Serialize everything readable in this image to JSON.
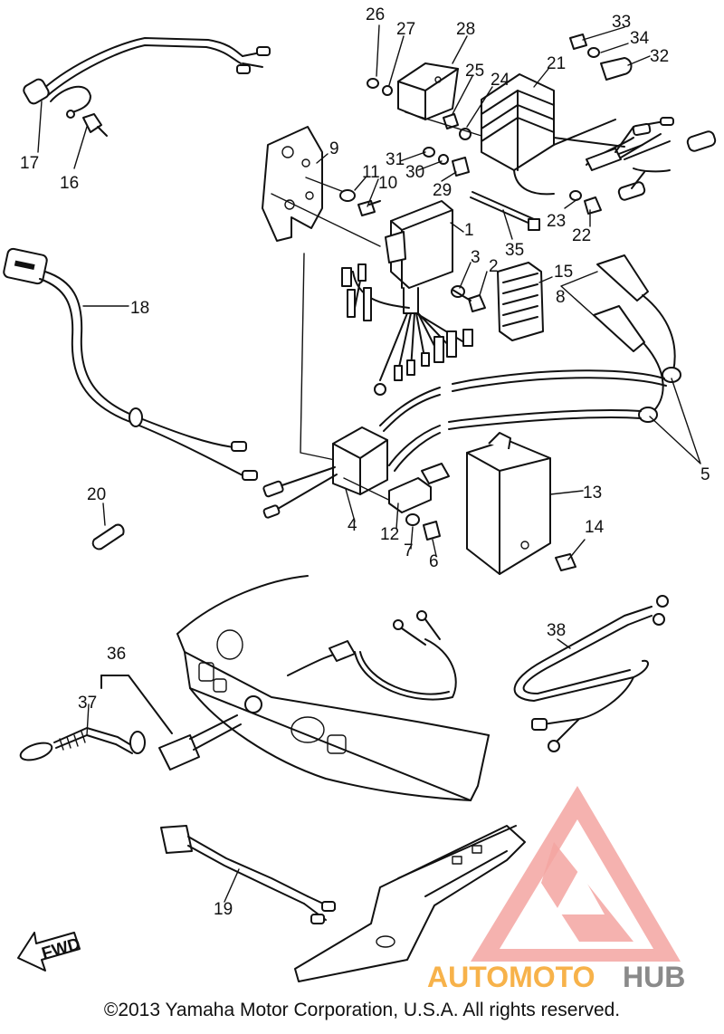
{
  "diagram": {
    "callouts": [
      "1",
      "2",
      "3",
      "4",
      "5",
      "6",
      "7",
      "8",
      "9",
      "10",
      "11",
      "12",
      "13",
      "14",
      "15",
      "16",
      "17",
      "18",
      "19",
      "20",
      "21",
      "22",
      "23",
      "24",
      "25",
      "26",
      "27",
      "28",
      "29",
      "30",
      "31",
      "32",
      "33",
      "34",
      "35",
      "36",
      "37",
      "38"
    ],
    "fwd_label": "FWD"
  },
  "watermark": {
    "brand_part1": "AUTOMOTO",
    "brand_part2": "HUB",
    "colors": {
      "logo": "#f08a86",
      "text_orange": "#f7b24a",
      "text_gray": "#8a8a8a"
    }
  },
  "copyright": "©2013 Yamaha Motor Corporation, U.S.A. All rights reserved."
}
